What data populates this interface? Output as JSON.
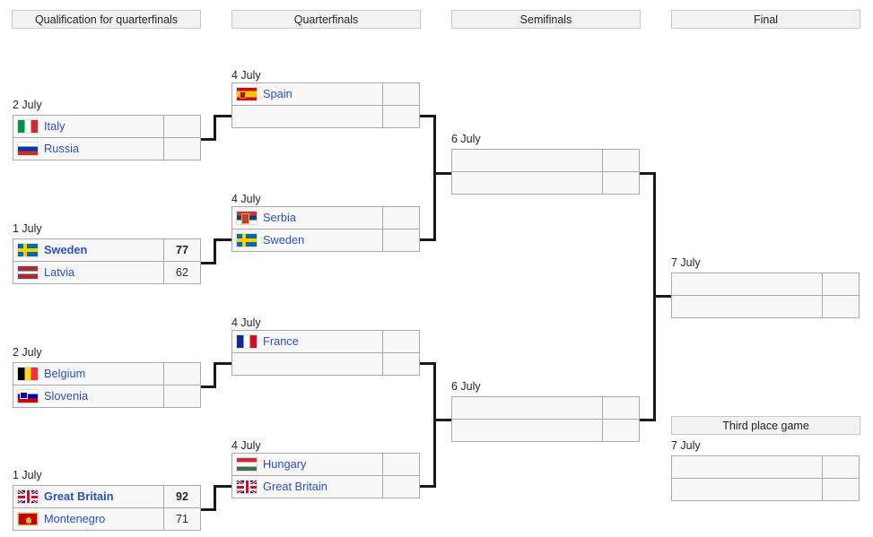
{
  "round_headers": [
    {
      "label": "Qualification for quarterfinals"
    },
    {
      "label": "Quarterfinals"
    },
    {
      "label": "Semifinals"
    },
    {
      "label": "Final"
    },
    {
      "label": "Third place game"
    }
  ],
  "matches": {
    "qual1": {
      "date": "2 July",
      "top": {
        "team": "Italy",
        "flag": "italy",
        "score": "",
        "winner": false
      },
      "bottom": {
        "team": "Russia",
        "flag": "russia",
        "score": "",
        "winner": false
      }
    },
    "qual2": {
      "date": "1 July",
      "top": {
        "team": "Sweden",
        "flag": "sweden",
        "score": "77",
        "winner": true
      },
      "bottom": {
        "team": "Latvia",
        "flag": "latvia",
        "score": "62",
        "winner": false
      }
    },
    "qual3": {
      "date": "2 July",
      "top": {
        "team": "Belgium",
        "flag": "belgium",
        "score": "",
        "winner": false
      },
      "bottom": {
        "team": "Slovenia",
        "flag": "slovenia",
        "score": "",
        "winner": false
      }
    },
    "qual4": {
      "date": "1 July",
      "top": {
        "team": "Great Britain",
        "flag": "gb",
        "score": "92",
        "winner": true
      },
      "bottom": {
        "team": "Montenegro",
        "flag": "montenegro",
        "score": "71",
        "winner": false
      }
    },
    "qf1": {
      "date": "4 July",
      "top": {
        "team": "Spain",
        "flag": "spain",
        "score": "",
        "winner": false
      },
      "bottom": {
        "team": "",
        "flag": "",
        "score": "",
        "winner": false
      }
    },
    "qf2": {
      "date": "4 July",
      "top": {
        "team": "Serbia",
        "flag": "serbia",
        "score": "",
        "winner": false
      },
      "bottom": {
        "team": "Sweden",
        "flag": "sweden",
        "score": "",
        "winner": false
      }
    },
    "qf3": {
      "date": "4 July",
      "top": {
        "team": "France",
        "flag": "france",
        "score": "",
        "winner": false
      },
      "bottom": {
        "team": "",
        "flag": "",
        "score": "",
        "winner": false
      }
    },
    "qf4": {
      "date": "4 July",
      "top": {
        "team": "Hungary",
        "flag": "hungary",
        "score": "",
        "winner": false
      },
      "bottom": {
        "team": "Great Britain",
        "flag": "gb",
        "score": "",
        "winner": false
      }
    },
    "sf1": {
      "date": "6 July",
      "top": {
        "team": "",
        "flag": "",
        "score": "",
        "winner": false
      },
      "bottom": {
        "team": "",
        "flag": "",
        "score": "",
        "winner": false
      }
    },
    "sf2": {
      "date": "6 July",
      "top": {
        "team": "",
        "flag": "",
        "score": "",
        "winner": false
      },
      "bottom": {
        "team": "",
        "flag": "",
        "score": "",
        "winner": false
      }
    },
    "final": {
      "date": "7 July",
      "top": {
        "team": "",
        "flag": "",
        "score": "",
        "winner": false
      },
      "bottom": {
        "team": "",
        "flag": "",
        "score": "",
        "winner": false
      }
    },
    "third": {
      "date": "7 July",
      "top": {
        "team": "",
        "flag": "",
        "score": "",
        "winner": false
      },
      "bottom": {
        "team": "",
        "flag": "",
        "score": "",
        "winner": false
      }
    }
  },
  "colors": {
    "team_link": "#2b4fc4",
    "box_border": "#aaaaaa",
    "box_fill": "#f8f8f8",
    "header_fill": "#f2f2f2",
    "header_border": "#c8c8c8",
    "connector": "#1a1a1a"
  }
}
